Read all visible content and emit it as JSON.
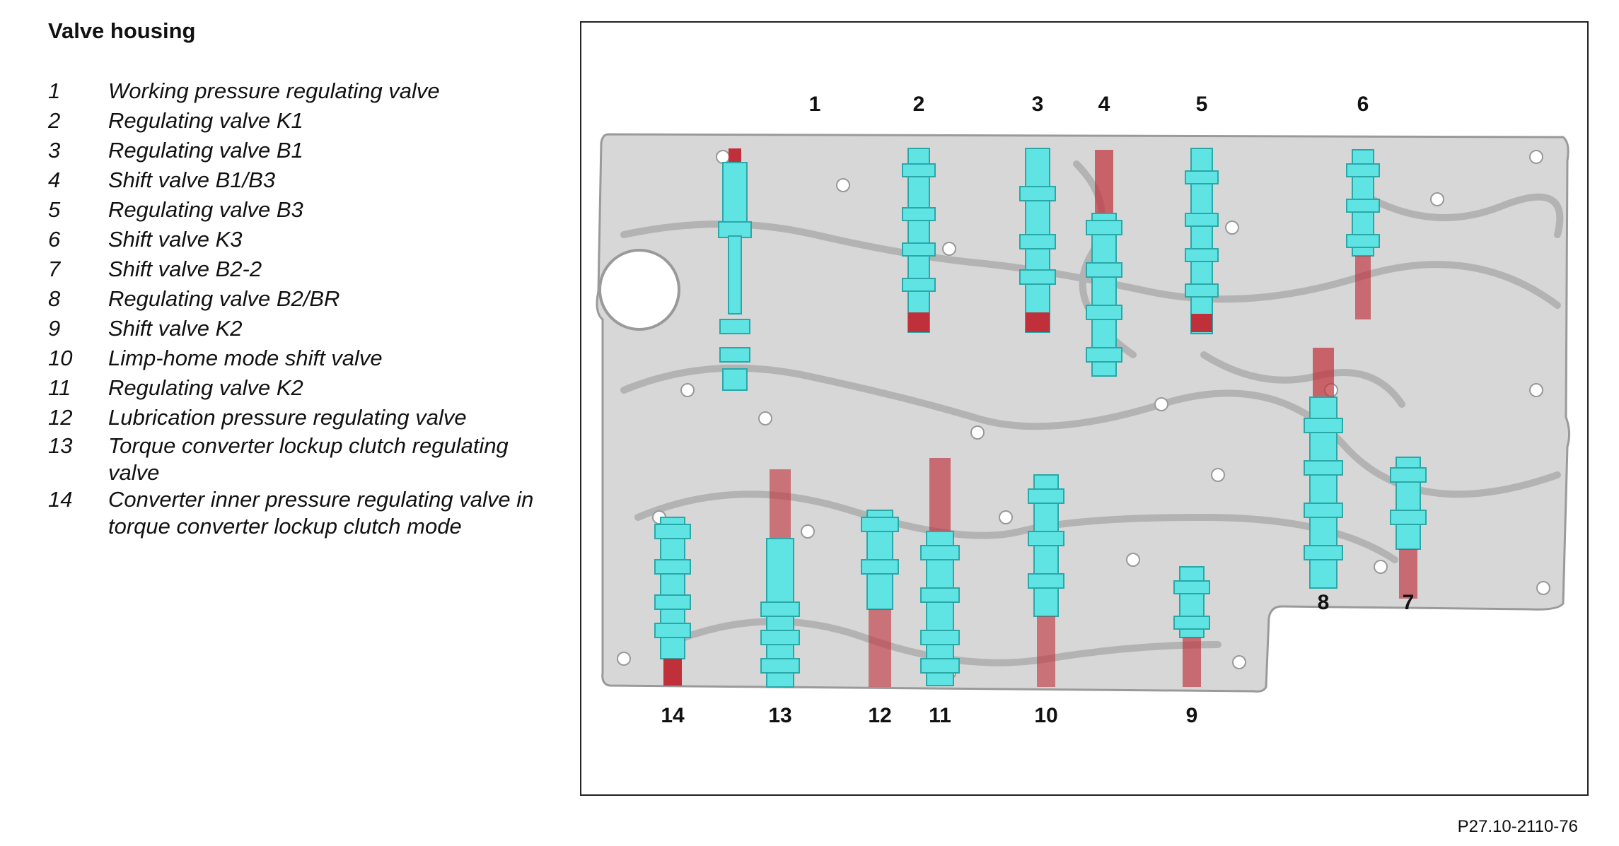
{
  "title": "Valve housing",
  "legend": [
    {
      "num": "1",
      "text": "Working pressure regulating valve"
    },
    {
      "num": "2",
      "text": "Regulating valve K1"
    },
    {
      "num": "3",
      "text": "Regulating valve B1"
    },
    {
      "num": "4",
      "text": "Shift valve B1/B3"
    },
    {
      "num": "5",
      "text": "Regulating valve B3"
    },
    {
      "num": "6",
      "text": "Shift valve K3"
    },
    {
      "num": "7",
      "text": "Shift valve B2-2"
    },
    {
      "num": "8",
      "text": "Regulating valve B2/BR"
    },
    {
      "num": "9",
      "text": "Shift valve K2"
    },
    {
      "num": "10",
      "text": "Limp-home mode shift valve"
    },
    {
      "num": "11",
      "text": "Regulating valve K2"
    },
    {
      "num": "12",
      "text": "Lubrication pressure regulating valve"
    },
    {
      "num": "13",
      "text": "Torque converter lockup clutch regulating valve"
    },
    {
      "num": "14",
      "text": "Converter inner pressure regulating valve in torque converter lockup clutch mode"
    }
  ],
  "callouts": {
    "c1": "1",
    "c2": "2",
    "c3": "3",
    "c4": "4",
    "c5": "5",
    "c6": "6",
    "c7": "7",
    "c8": "8",
    "c9": "9",
    "c10": "10",
    "c11": "11",
    "c12": "12",
    "c13": "13",
    "c14": "14"
  },
  "figure_ref": "P27.10-2110-76",
  "colors": {
    "valve": "#5fe3e3",
    "spring": "#c0303a",
    "housing": "#d7d7d7"
  }
}
